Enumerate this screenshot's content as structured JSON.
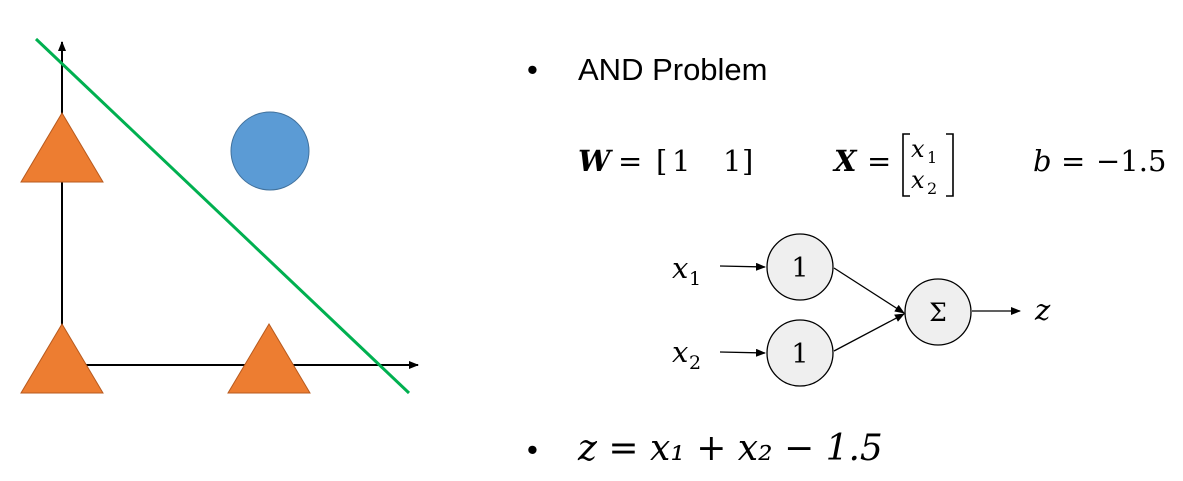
{
  "title": "AND Problem",
  "colors": {
    "triangle": "#ED7D31",
    "circle": "#5B9BD5",
    "line": "#00B050",
    "node_fill": "#EFEFEF"
  },
  "points": [
    {
      "x": 0,
      "y": 0,
      "class": "triangle"
    },
    {
      "x": 0,
      "y": 1,
      "class": "triangle"
    },
    {
      "x": 1,
      "y": 0,
      "class": "triangle"
    },
    {
      "x": 1,
      "y": 1,
      "class": "circle"
    }
  ],
  "equations": {
    "W": {
      "name": "W",
      "values": [
        "1",
        "1"
      ]
    },
    "X": {
      "name": "X",
      "entries": [
        "x",
        "x"
      ],
      "subscripts": [
        "1",
        "2"
      ]
    },
    "b": {
      "name": "b",
      "value": "−1.5"
    },
    "z": "z = x₁ + x₂ − 1.5"
  },
  "network": {
    "inputs": [
      {
        "var": "x",
        "sub": "1",
        "weight": "1"
      },
      {
        "var": "x",
        "sub": "2",
        "weight": "1"
      }
    ],
    "sum_symbol": "Σ",
    "output": "z"
  },
  "symbols": {
    "eq": "=",
    "bullet": "•"
  }
}
